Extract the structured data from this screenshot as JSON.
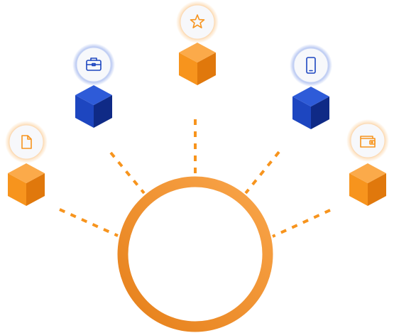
{
  "colors": {
    "orange": "#F7941D",
    "orange_light": "#FBAA4A",
    "orange_dark": "#E0780C",
    "blue": "#1D46C0",
    "blue_light": "#2E5BD8",
    "blue_dark": "#0F2A86",
    "ring": "#F39530",
    "badge_bg": "#F7F8FB"
  },
  "hub": {
    "name": "hub-ring"
  },
  "nodes": [
    {
      "id": "document",
      "icon": "document-icon",
      "block_color": "orange",
      "glow": "orange"
    },
    {
      "id": "briefcase",
      "icon": "briefcase-icon",
      "block_color": "blue",
      "glow": "blue"
    },
    {
      "id": "star",
      "icon": "star-icon",
      "block_color": "orange",
      "glow": "orange"
    },
    {
      "id": "phone",
      "icon": "smartphone-icon",
      "block_color": "blue",
      "glow": "blue"
    },
    {
      "id": "wallet",
      "icon": "wallet-icon",
      "block_color": "orange",
      "glow": "orange"
    }
  ]
}
